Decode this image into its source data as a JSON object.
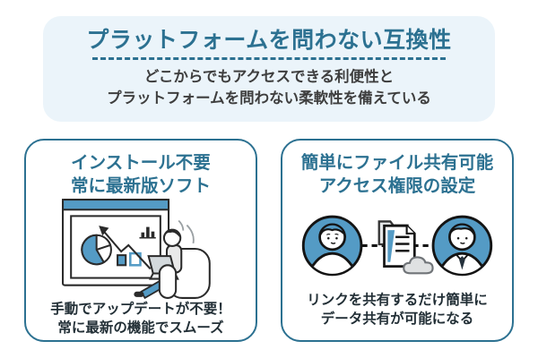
{
  "header": {
    "title": "プラットフォームを問わない互換性",
    "subtitle_line1": "どこからでもアクセスできる利便性と",
    "subtitle_line2": "プラットフォームを問わない柔軟性を備えている"
  },
  "cards": {
    "left": {
      "title_line1": "インストール不要",
      "title_line2": "常に最新版ソフト",
      "illustration": "person-with-laptop-and-presentation-chart-icon",
      "caption_line1": "手動でアップデートが不要！",
      "caption_line2": "常に最新の機能でスムーズ"
    },
    "right": {
      "title_line1": "簡単にファイル共有可能",
      "title_line2": "アクセス権限の設定",
      "illustration": "two-people-file-sharing-icon",
      "caption_line1": "リンクを共有するだけ簡単に",
      "caption_line2": "データ共有が可能になる"
    }
  },
  "colors": {
    "accent_teal": "#2c7191",
    "header_background": "#ebf4fa",
    "illustration_blue": "#549bc5",
    "subtitle_gray": "#3e3e3e",
    "caption_dark": "#222f36",
    "outline_dark": "#1c1c1c",
    "card_background": "#ffffff"
  }
}
